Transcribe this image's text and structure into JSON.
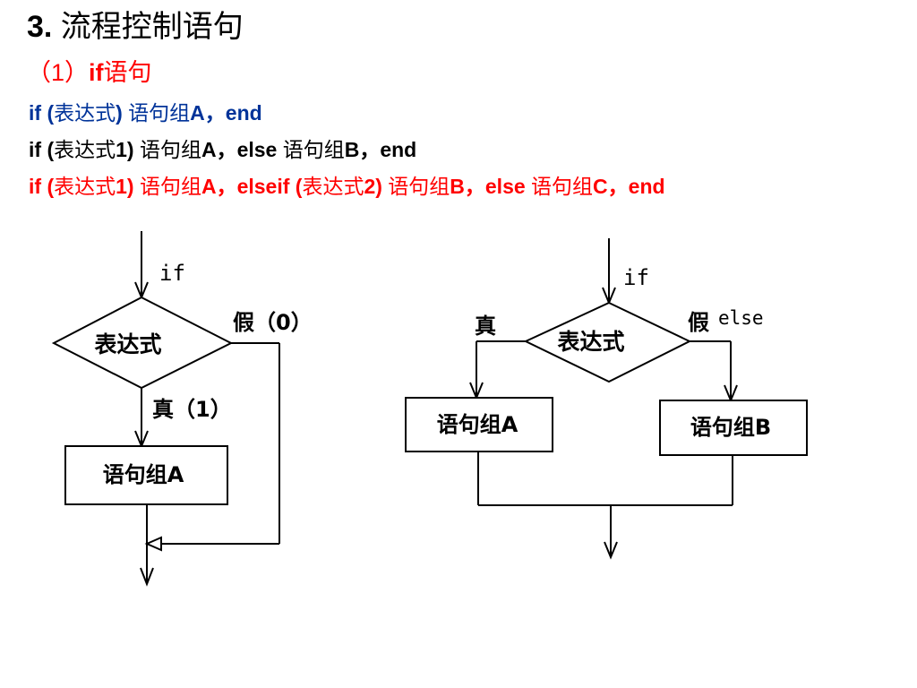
{
  "title": {
    "number": "3.",
    "text": " 流程控制语句"
  },
  "subtitle": {
    "prefix": "（1）",
    "keyword": "if",
    "suffix": "语句"
  },
  "syntax": {
    "line1": {
      "p1": "if (",
      "p2": "表达式",
      "p3": ") ",
      "p4": "语句组",
      "p5": "A，end"
    },
    "line2": {
      "p1": "if (",
      "p2": "表达式",
      "p3": "1) ",
      "p4": "语句组",
      "p5": "A，else ",
      "p6": "语句组",
      "p7": "B，end"
    },
    "line3": {
      "p1": "if (",
      "p2": "表达式",
      "p3": "1) ",
      "p4": "语句组",
      "p5": "A，elseif   (",
      "p6": "表达式",
      "p7": "2) ",
      "p8": "语句组",
      "p9": "B，else ",
      "p10": "语句组",
      "p11": "C，end"
    }
  },
  "diagram1": {
    "entry_label": "if",
    "condition": "表达式",
    "false_label": "假（0）",
    "true_label": "真（1）",
    "block": "语句组A"
  },
  "diagram2": {
    "entry_label": "if",
    "condition": "表达式",
    "true_label": "真",
    "false_label_cn": "假",
    "false_label_en": "else",
    "block_a": "语句组A",
    "block_b": "语句组B"
  }
}
